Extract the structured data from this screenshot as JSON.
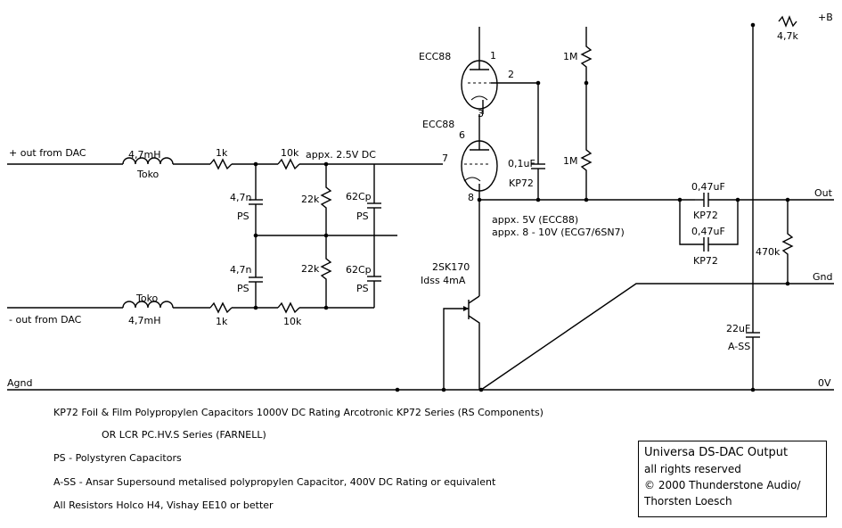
{
  "inputs": {
    "plus": "+ out from DAC",
    "minus": "- out from DAC",
    "agnd": "Agnd"
  },
  "components": {
    "l1_value": "4,7mH",
    "l1_type": "Toko",
    "l2_type": "Toko",
    "l2_value": "4,7mH",
    "r_1k_top": "1k",
    "r_1k_bot": "1k",
    "r_10k_top": "10k",
    "r_10k_bot": "10k",
    "c_47n_top": "4,7n",
    "c_47n_top_type": "PS",
    "c_47n_bot": "4,7n",
    "c_47n_bot_type": "PS",
    "r_22k_top": "22k",
    "r_22k_bot": "22k",
    "c_62p_top": "62Cp",
    "c_62p_top_type": "PS",
    "c_62p_bot": "62Cp",
    "c_62p_bot_type": "PS",
    "dc_note": "appx. 2.5V DC",
    "tube_upper": "ECC88",
    "tube_lower": "ECC88",
    "pin1": "1",
    "pin2": "2",
    "pin3": "3",
    "pin6": "6",
    "pin7": "7",
    "pin8": "8",
    "c_01u": "0,1uF",
    "c_01u_type": "KP72",
    "r_1m_top": "1M",
    "r_1m_bot": "1M",
    "cathode_note_1": "appx. 5V (ECC88)",
    "cathode_note_2": "appx. 8 - 10V (ECG7/6SN7)",
    "jfet": "2SK170",
    "jfet_idss": "Idss 4mA",
    "c_047_a": "0,47uF",
    "c_047_a_type": "KP72",
    "c_047_b": "0,47uF",
    "c_047_b_type": "KP72",
    "r_470k": "470k",
    "c_22u": "22uF",
    "c_22u_type": "A-SS",
    "r_47k": "4,7k",
    "supply": "+B",
    "out": "Out",
    "gnd": "Gnd",
    "zero_v": "0V"
  },
  "notes": {
    "kp72": "KP72    Foil & Film Polypropylen Capacitors 1000V DC Rating Arcotronic KP72 Series (RS Components)",
    "kp72_alt": "OR  LCR PC.HV.S Series (FARNELL)",
    "ps": "PS    -  Polystyren Capacitors",
    "ass": "A-SS  -  Ansar Supersound metalised polypropylen Capacitor, 400V DC Rating or equivalent",
    "resistors": "All Resistors Holco H4, Vishay EE10 or better"
  },
  "titlebox": {
    "line1": "Universa DS-DAC Output",
    "line2": "all rights reserved",
    "line3": "© 2000 Thunderstone Audio/",
    "line4": "Thorsten Loesch"
  }
}
